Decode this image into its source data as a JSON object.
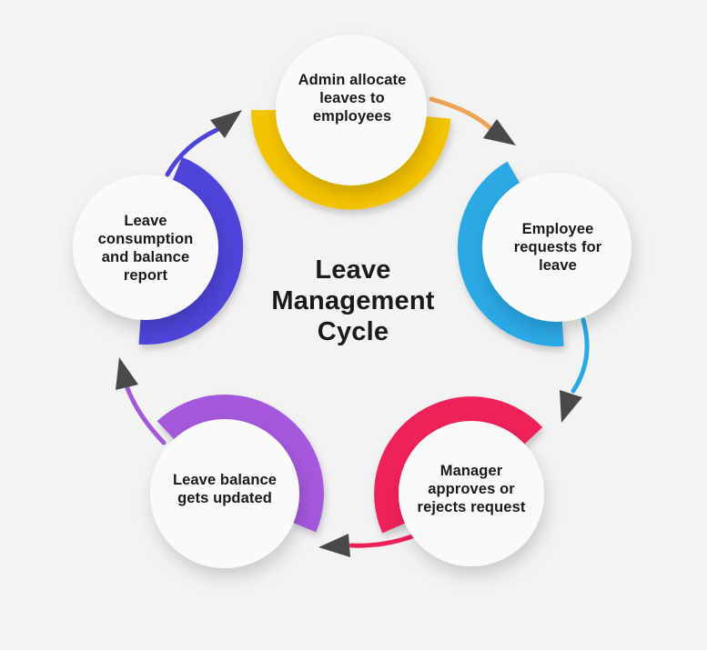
{
  "diagram_type": "circular-process-cycle",
  "center_title": {
    "text": "Leave Management Cycle",
    "lines": [
      "Leave",
      "Management",
      "Cycle"
    ]
  },
  "nodes": [
    {
      "id": "admin-allocate",
      "label": "Admin allocate leaves to employees",
      "lines": [
        "Admin allocate",
        "leaves to",
        "employees"
      ],
      "arc_color": "#F5C400",
      "arrow_color": "#F0A356",
      "position": "top"
    },
    {
      "id": "employee-requests",
      "label": "Employee requests for leave",
      "lines": [
        "Employee",
        "requests for",
        "leave"
      ],
      "arc_color": "#2BA9E5",
      "arrow_color": "#2BA9E5",
      "position": "right"
    },
    {
      "id": "manager-approves",
      "label": "Manager approves or rejects request",
      "lines": [
        "Manager",
        "approves or",
        "rejects request"
      ],
      "arc_color": "#EF2058",
      "arrow_color": "#EF2058",
      "position": "bottom-right"
    },
    {
      "id": "leave-balance-updated",
      "label": "Leave balance gets updated",
      "lines": [
        "Leave balance",
        "gets updated"
      ],
      "arc_color": "#A459DB",
      "arrow_color": "#A459DB",
      "position": "bottom-left"
    },
    {
      "id": "leave-consumption-report",
      "label": "Leave consumption and balance report",
      "lines": [
        "Leave",
        "consumption",
        "and balance",
        "report"
      ],
      "arc_color": "#4D44D8",
      "arrow_color": "#4D44D8",
      "position": "left"
    }
  ],
  "colors": {
    "background": "#f3f3f3",
    "arrowhead": "#494949",
    "node_fill": "#FAFAFA",
    "label_text": "#1b1b1b",
    "title_text": "#1a1a1a"
  }
}
